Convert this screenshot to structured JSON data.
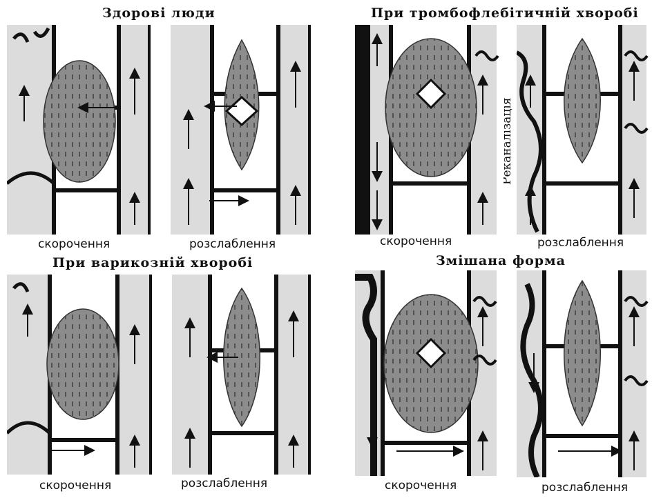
{
  "groups": {
    "healthy": {
      "title": "Здорові люди",
      "left_caption": "скорочення",
      "right_caption": "розслаблення"
    },
    "thrombo": {
      "title": "При тромбофлебітичній хворобі",
      "left_caption": "скорочення",
      "right_caption": "розслаблення",
      "side_label": "Реканалізація"
    },
    "varicose": {
      "title": "При варикозній хворобі",
      "left_caption": "скорочення",
      "right_caption": "розслаблення"
    },
    "mixed": {
      "title": "Змішана форма",
      "left_caption": "скорочення",
      "right_caption": "розслаблення"
    }
  },
  "colors": {
    "vein_fill": "#dcdcdc",
    "muscle_fill": "#8c8c8c",
    "wall": "#111111",
    "thrombus": "#222222"
  }
}
